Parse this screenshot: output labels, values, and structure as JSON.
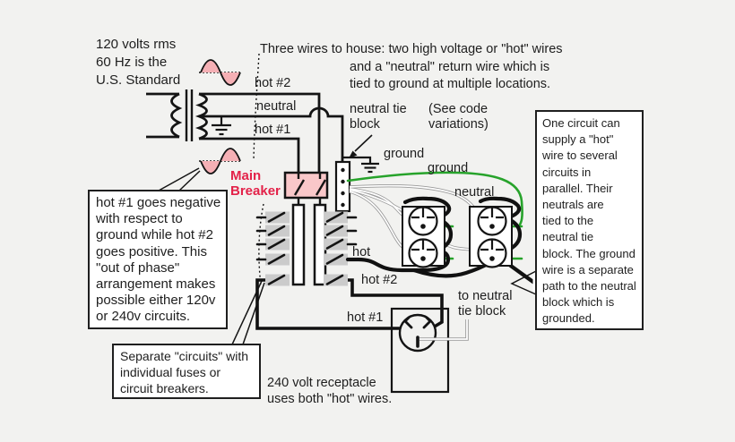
{
  "colors": {
    "background": "#f2f2f0",
    "wire_black": "#141414",
    "hot_loop_black": "#111111",
    "ground_green": "#27a32b",
    "neutral_white": "#ffffff",
    "neutral_outline": "#9a9a9a",
    "sine_pink": "#f5b0b5",
    "breaker_pink": "#f9c7c9",
    "breaker_gray": "#cbcbcb",
    "accent_red": "#e32249"
  },
  "annotations": {
    "standard_note": "120 volts rms\n60 Hz is the\nU.S. Standard",
    "three_wires_line1": "Three wires to house: two high voltage or \"hot\" wires",
    "three_wires_rest": "and a \"neutral\" return wire which is\ntied to ground at multiple locations.",
    "receptacle_240_note": "240 volt receptacle\nuses both \"hot\" wires."
  },
  "labels": {
    "hot2_top": "hot #2",
    "neutral_top": "neutral",
    "hot1_top": "hot #1",
    "main_breaker": "Main\nBreaker",
    "neutral_tie_block": "neutral tie\nblock",
    "see_code": "(See code\nvariations)",
    "ground_symbol": "ground",
    "ground_wire": "ground",
    "neutral_wire": "neutral",
    "hot_wire": "hot",
    "hot2_bottom": "hot #2",
    "hot1_bottom": "hot #1",
    "to_neutral_tie": "to neutral\ntie block"
  },
  "callouts": {
    "phase_note": "hot #1 goes negative\nwith respect to\nground while hot #2\ngoes positive. This\n\"out of phase\"\narrangement makes\npossible either 120v\nor 240v circuits.",
    "fuses_note": "Separate \"circuits\" with\nindividual fuses or\ncircuit breakers.",
    "parallel_note": "One circuit can\nsupply a \"hot\"\nwire to several\ncircuits in\nparallel. Their\nneutrals are\ntied to the\nneutral tie\nblock. The ground\nwire is a separate\npath to the neutral\nblock which is\ngrounded."
  }
}
